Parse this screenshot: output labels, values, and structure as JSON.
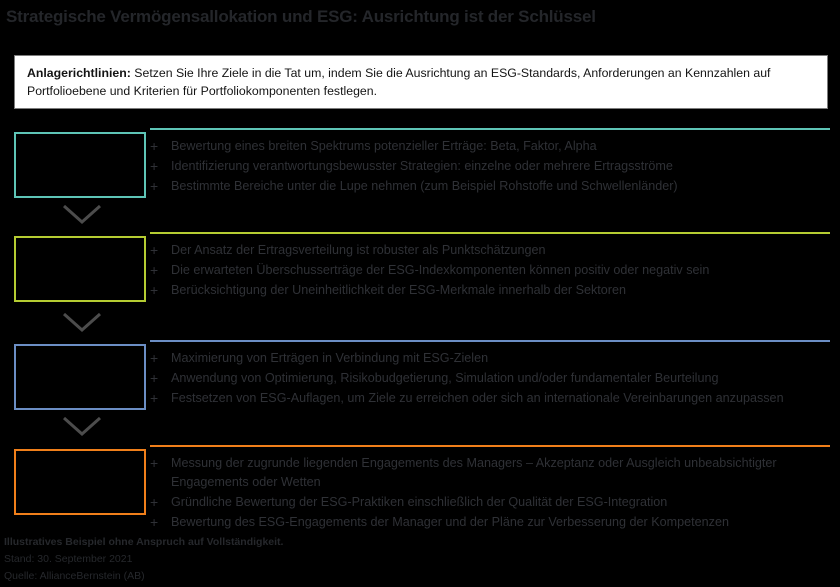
{
  "title": "Strategische Vermögensallokation und ESG: Ausrichtung ist der Schlüssel",
  "guideline": {
    "label": "Anlagerichtlinien:",
    "body": " Setzen Sie Ihre Ziele in die Tat um, indem Sie die Ausrichtung an ESG-Standards, Anforderungen an Kennzahlen auf Portfolioebene und Kriterien für Portfoliokomponenten festlegen."
  },
  "colors": {
    "teal": "#5ec4b6",
    "lime": "#b5cc32",
    "blue": "#6b8ec4",
    "orange": "#f07f1a",
    "text": "#2f3136",
    "title": "#24262a",
    "chevron": "#4c4c4c",
    "panel_bg": "#ffffff",
    "page_bg": "#000000"
  },
  "stages": [
    {
      "name": "stage-1",
      "accent": "#5ec4b6",
      "box_label": "",
      "bullets": [
        "Bewertung eines breiten Spektrums potenzieller Erträge: Beta, Faktor, Alpha",
        "Identifizierung verantwortungsbewusster Strategien: einzelne oder mehrere Ertragsströme",
        "Bestimmte Bereiche unter die Lupe nehmen (zum Beispiel Rohstoffe und Schwellenländer)"
      ]
    },
    {
      "name": "stage-2",
      "accent": "#b5cc32",
      "box_label": "",
      "bullets": [
        "Der Ansatz der Ertragsverteilung ist robuster als Punktschätzungen",
        "Die erwarteten Überschusserträge der ESG-Indexkomponenten können positiv oder negativ sein",
        "Berücksichtigung der Uneinheitlichkeit der ESG-Merkmale innerhalb der Sektoren"
      ]
    },
    {
      "name": "stage-3",
      "accent": "#6b8ec4",
      "box_label": "",
      "bullets": [
        "Maximierung von Erträgen in Verbindung mit ESG-Zielen",
        "Anwendung von Optimierung, Risikobudgetierung, Simulation und/oder fundamentaler Beurteilung",
        "Festsetzen von ESG-Auflagen, um Ziele zu erreichen oder sich an internationale Vereinbarungen anzupassen"
      ]
    },
    {
      "name": "stage-4",
      "accent": "#f07f1a",
      "box_label": "",
      "bullets": [
        "Messung der zugrunde liegenden Engagements des Managers – Akzeptanz oder Ausgleich unbeabsichtigter Engagements oder Wetten",
        "Gründliche Bewertung der ESG-Praktiken einschließlich der Qualität der ESG-Integration",
        "Bewertung des ESG-Engagements der Manager und der Pläne zur Verbesserung der Kompetenzen"
      ]
    }
  ],
  "bullet_marker": "+",
  "footnotes": [
    "Illustratives Beispiel ohne Anspruch auf Vollständigkeit.",
    "Stand: 30. September 2021",
    "Quelle: AllianceBernstein (AB)"
  ]
}
